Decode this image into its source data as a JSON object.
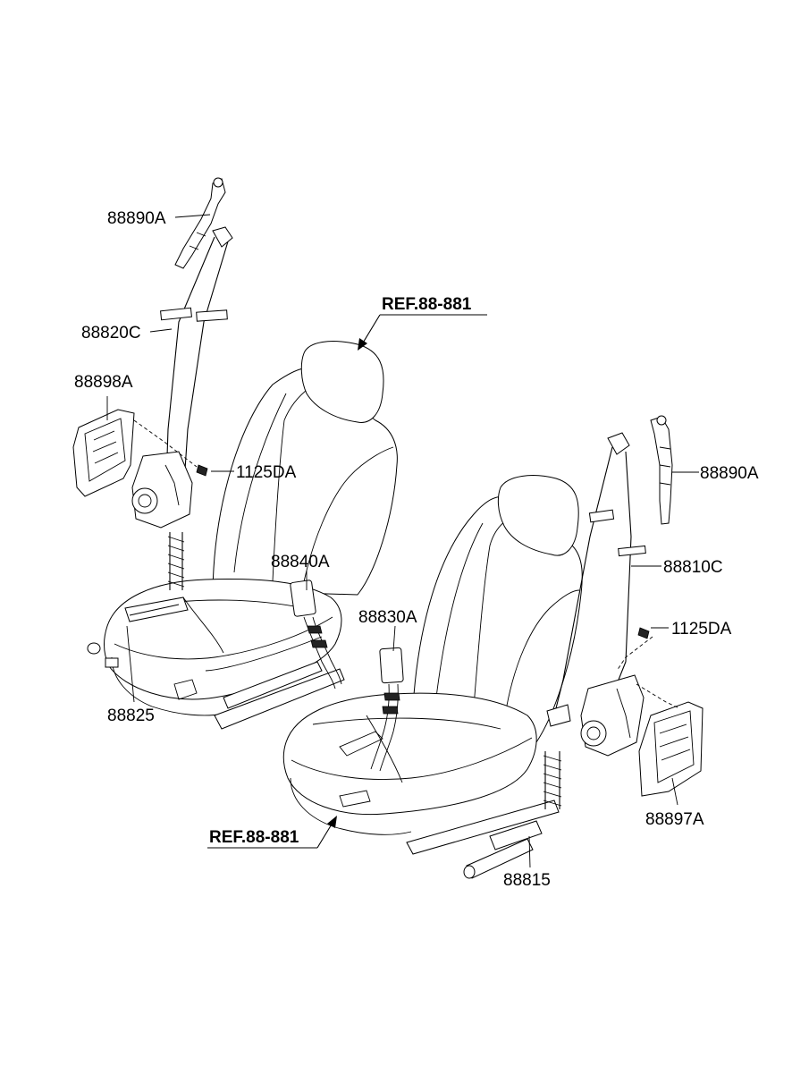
{
  "labels": {
    "left_anchor": "88890A",
    "left_belt": "88820C",
    "left_cover": "88898A",
    "left_bolt": "1125DA",
    "left_buckle": "88840A",
    "left_pretensioner": "88825",
    "right_buckle": "88830A",
    "right_anchor": "88890A",
    "right_belt": "88810C",
    "right_bolt": "1125DA",
    "right_cover": "88897A",
    "right_pretensioner": "88815"
  },
  "refs": {
    "top": "REF.88-881",
    "bottom": "REF.88-881"
  }
}
